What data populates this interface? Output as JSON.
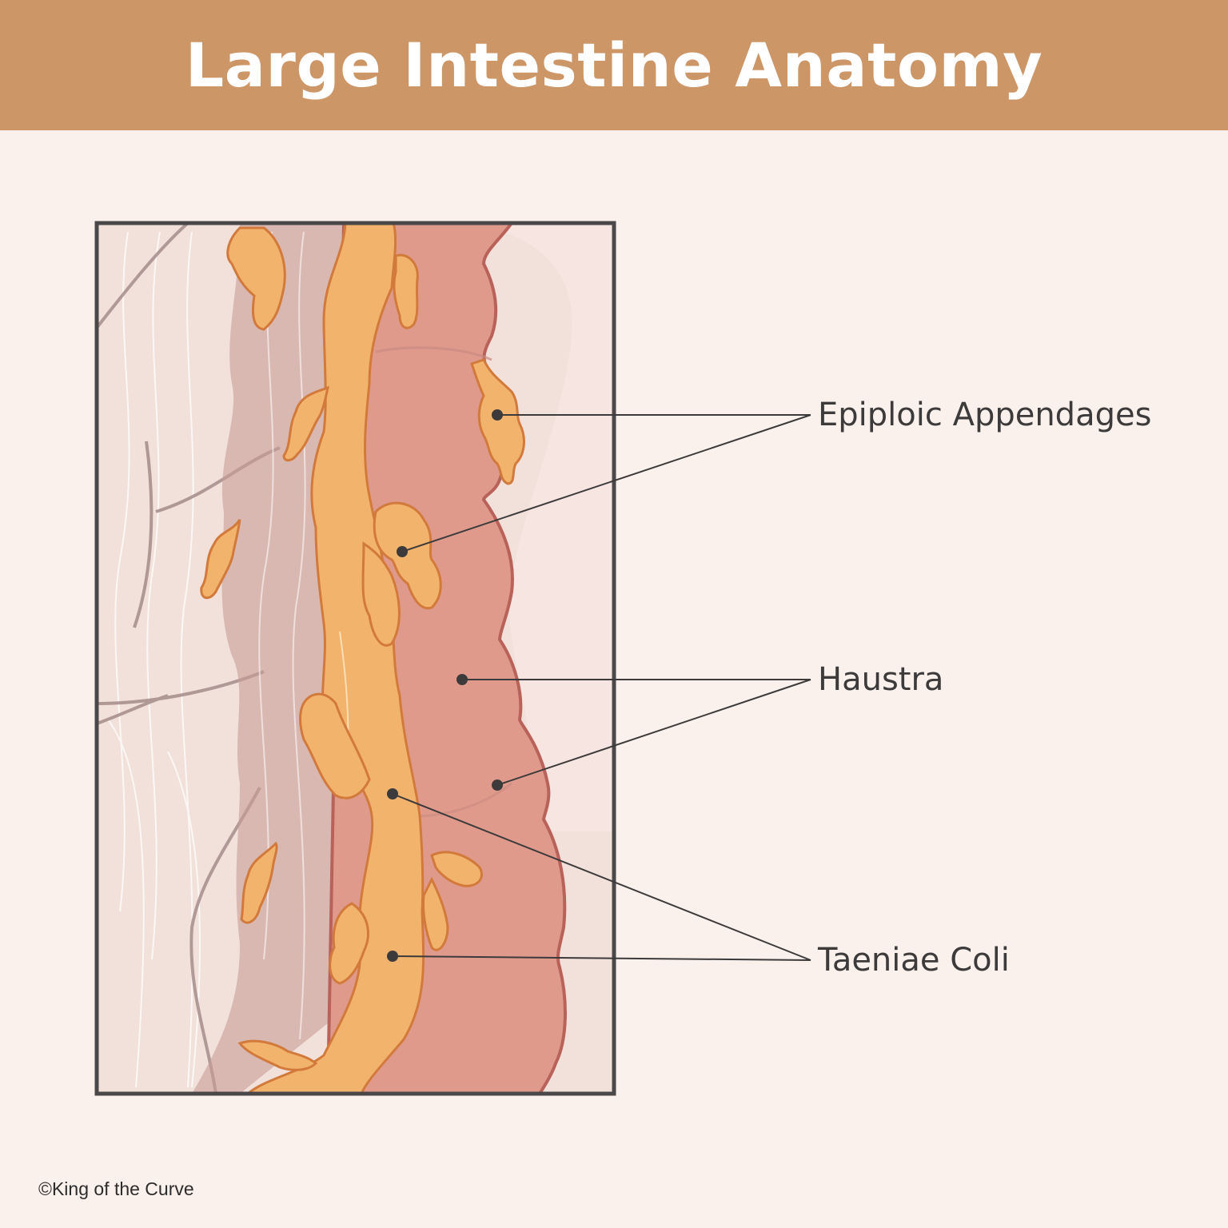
{
  "header": {
    "title": "Large Intestine Anatomy"
  },
  "labels": {
    "epiploic": "Epiploic Appendages",
    "haustra": "Haustra",
    "taeniae": "Taeniae Coli"
  },
  "footer": {
    "copyright": "©King of the Curve"
  },
  "colors": {
    "header": "#cd9667",
    "background": "#faf1ec",
    "colon": "#e09a8c",
    "colon_outline": "#b8625a",
    "taenia": "#f2b36c",
    "taenia_outline": "#d27a3c",
    "frame": "#4a4848"
  }
}
